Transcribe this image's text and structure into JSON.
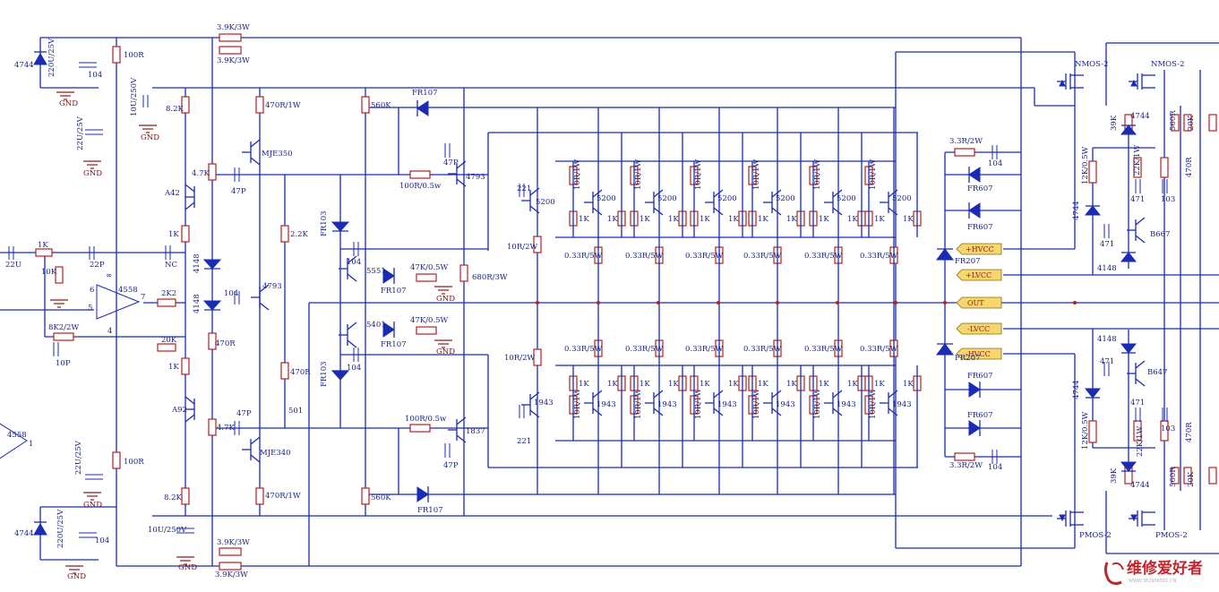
{
  "rails": {
    "hvcc_pos": "+HVCC",
    "lvcc_pos": "+LVCC",
    "out": "OUT",
    "lvcc_neg": "-LVCC",
    "hvcc_neg": "-HVCC"
  },
  "input": {
    "cap": "22U",
    "r_in": "1K",
    "r_gnd": "10K",
    "c_in": "22P",
    "opamp": "4558",
    "pin_n": "6",
    "pin_p": "5",
    "pin_out": "7",
    "pin_v": "4",
    "infinity": "∞",
    "r_fb": "8K2/2W",
    "c_fb": "10P",
    "r_out": "2K2",
    "c_nc": "NC",
    "r_20k": "20K"
  },
  "top_supply": {
    "zener": "4744",
    "cap_big": "220U/25V",
    "cap_small": "104",
    "gnd": "GND",
    "r_100": "100R",
    "cap_22u": "22U/25V",
    "cap_10u": "10U/250V",
    "r_39k_a": "3.9K/3W",
    "r_39k_b": "3.9K/3W"
  },
  "bottom_supply": {
    "zener": "4744",
    "cap_big": "220U/25V",
    "cap_small": "104",
    "gnd": "GND",
    "r_100": "100R",
    "cap_22u": "22U/25V",
    "cap_10u": "10U/250V",
    "r_39k_a": "3.9K/3W",
    "r_39k_b": "3.9K/3W"
  },
  "vas": {
    "r_82k_top": "8.2K",
    "r_470r1w_top": "470R/1W",
    "q_mje350": "MJE350",
    "q_a42": "A42",
    "r_47k_top": "4.7K",
    "c_47p_top": "47P",
    "r_1k_top": "1K",
    "d_4148_a": "4148",
    "d_4148_b": "4148",
    "r_22k": "2.2K",
    "q_4793": "4793",
    "c_104": "104",
    "r_470r_a": "470R",
    "r_470r_b": "470R",
    "r_1k_bot": "1K",
    "q_a92": "A92",
    "r_47k_bot": "4.7K",
    "c_47p_bot": "47P",
    "pot_501": "501",
    "q_mje340": "MJE340",
    "r_82k_bot": "8.2K",
    "r_470r1w_bot": "470R/1W",
    "r_560k_top": "560K",
    "r_560k_bot": "560K"
  },
  "driver": {
    "d_fr107_top": "FR107",
    "d_fr107_bot": "FR107",
    "d_fr103_top": "FR103",
    "d_fr103_bot": "FR103",
    "r_100r_top": "100R/0.5w",
    "r_100r_bot": "100R/0.5w",
    "c_47p_top": "47P",
    "c_47p_bot": "47P",
    "q_4793": "4793",
    "q_1837": "1837",
    "c_104_a": "104",
    "c_104_b": "104",
    "q_5551": "5551",
    "q_5401": "5401",
    "d_fr107_a": "FR107",
    "d_fr107_b": "FR107",
    "r_47k_a": "47K/0.5W",
    "r_47k_b": "47K/0.5W",
    "gnd_a": "GND",
    "gnd_b": "GND",
    "r_680r": "680R/3W",
    "c_221_top": "221",
    "c_221_bot": "221",
    "q_5200_drv": "5200",
    "q_1943_drv": "1943",
    "r_10r2w_top": "10R/2W",
    "r_10r2w_bot": "10R/2W"
  },
  "output_top": {
    "r_10r1w": "10R/1W",
    "r_1k": "1K",
    "q": "5200",
    "r_emit": "0.33R/5W"
  },
  "output_bot": {
    "r_10r1w": "10R/1W",
    "r_1k": "1K",
    "q": "1943",
    "r_emit": "0.33R/5W"
  },
  "rail_switch": {
    "r_33r2w_top": "3.3R/2W",
    "r_33r2w_bot": "3.3R/2W",
    "c_104_top": "104",
    "c_104_bot": "104",
    "d_fr607_a": "FR607",
    "d_fr607_b": "FR607",
    "d_fr607_c": "FR607",
    "d_fr607_d": "FR607",
    "d_fr207_top": "FR207",
    "d_fr207_bot": "FR207"
  },
  "mosfet_top": {
    "nmos_a": "NMOS-2",
    "nmos_b": "NMOS-2",
    "r_39k": "39K",
    "zener": "4744",
    "r_560r": "560R",
    "r_20k": "20K",
    "r_12k": "12K/0.5W",
    "r_22k1w": "22K/1W",
    "r_470r": "470R",
    "c_471_a": "471",
    "c_103": "103",
    "zener_b": "4744",
    "c_471_b": "471",
    "q_b667": "B667",
    "d_4148": "4148"
  },
  "mosfet_bot": {
    "pmos_a": "PMOS-2",
    "pmos_b": "PMOS-2",
    "r_39k": "39K",
    "zener": "4744",
    "r_560r": "560R",
    "r_20k": "20K",
    "r_12k": "12K/0.5W",
    "r_22k1w": "22K/1W",
    "r_470r": "470R",
    "c_471_a": "471",
    "c_103": "103",
    "zener_b": "4744",
    "c_471_b": "471",
    "q_b647": "B647",
    "d_4148": "4148"
  },
  "second_opamp": {
    "part": "4558",
    "pin": "1"
  },
  "watermark": {
    "text": "维修爱好者",
    "sub": "WWW.362956561.CN"
  },
  "colors": {
    "wire": "#1a2bb5",
    "component": "#b22222",
    "rail_tag": "#f5d76e",
    "ground": "#8b1a1a",
    "logo": "#c0272d"
  }
}
